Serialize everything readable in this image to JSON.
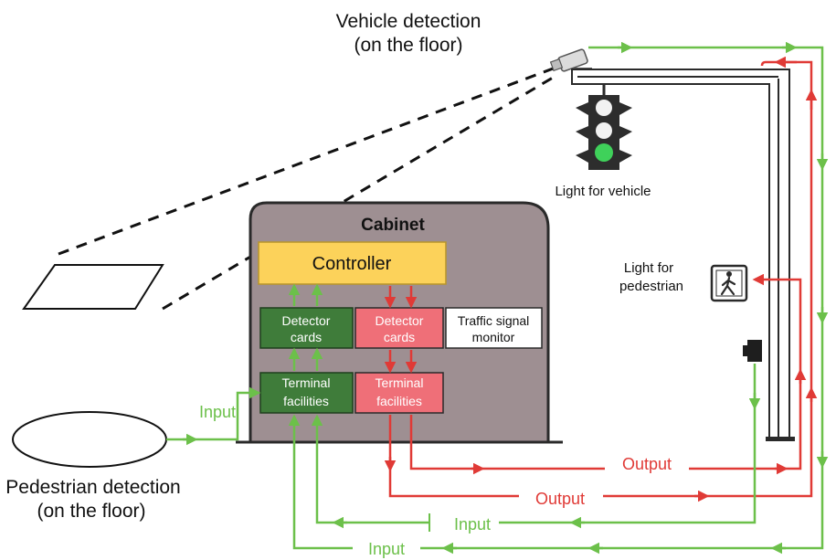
{
  "labels": {
    "vehicle_detection_line1": "Vehicle detection",
    "vehicle_detection_line2": "(on the floor)",
    "pedestrian_detection_line1": "Pedestrian detection",
    "pedestrian_detection_line2": "(on the floor)",
    "light_for_vehicle": "Light for vehicle",
    "light_for_pedestrian_line1": "Light for",
    "light_for_pedestrian_line2": "pedestrian",
    "cabinet": "Cabinet",
    "controller": "Controller",
    "detector_cards_in_line1": "Detector",
    "detector_cards_in_line2": "cards",
    "detector_cards_out_line1": "Detector",
    "detector_cards_out_line2": "cards",
    "traffic_signal_monitor_line1": "Traffic signal",
    "traffic_signal_monitor_line2": "monitor",
    "terminal_in_line1": "Terminal",
    "terminal_in_line2": "facilities",
    "terminal_out_line1": "Terminal",
    "terminal_out_line2": "facilities",
    "input_ped": "Input",
    "input_mid": "Input",
    "input_bottom": "Input",
    "output_upper": "Output",
    "output_lower": "Output"
  },
  "colors": {
    "input_green": "#6cc04a",
    "output_red": "#e03a36",
    "cabinet_fill": "#9e8f92",
    "controller_fill": "#fcd25a",
    "green_box": "#3f7c3a",
    "red_box": "#ef6f78",
    "pole": "#2a2a2a"
  }
}
